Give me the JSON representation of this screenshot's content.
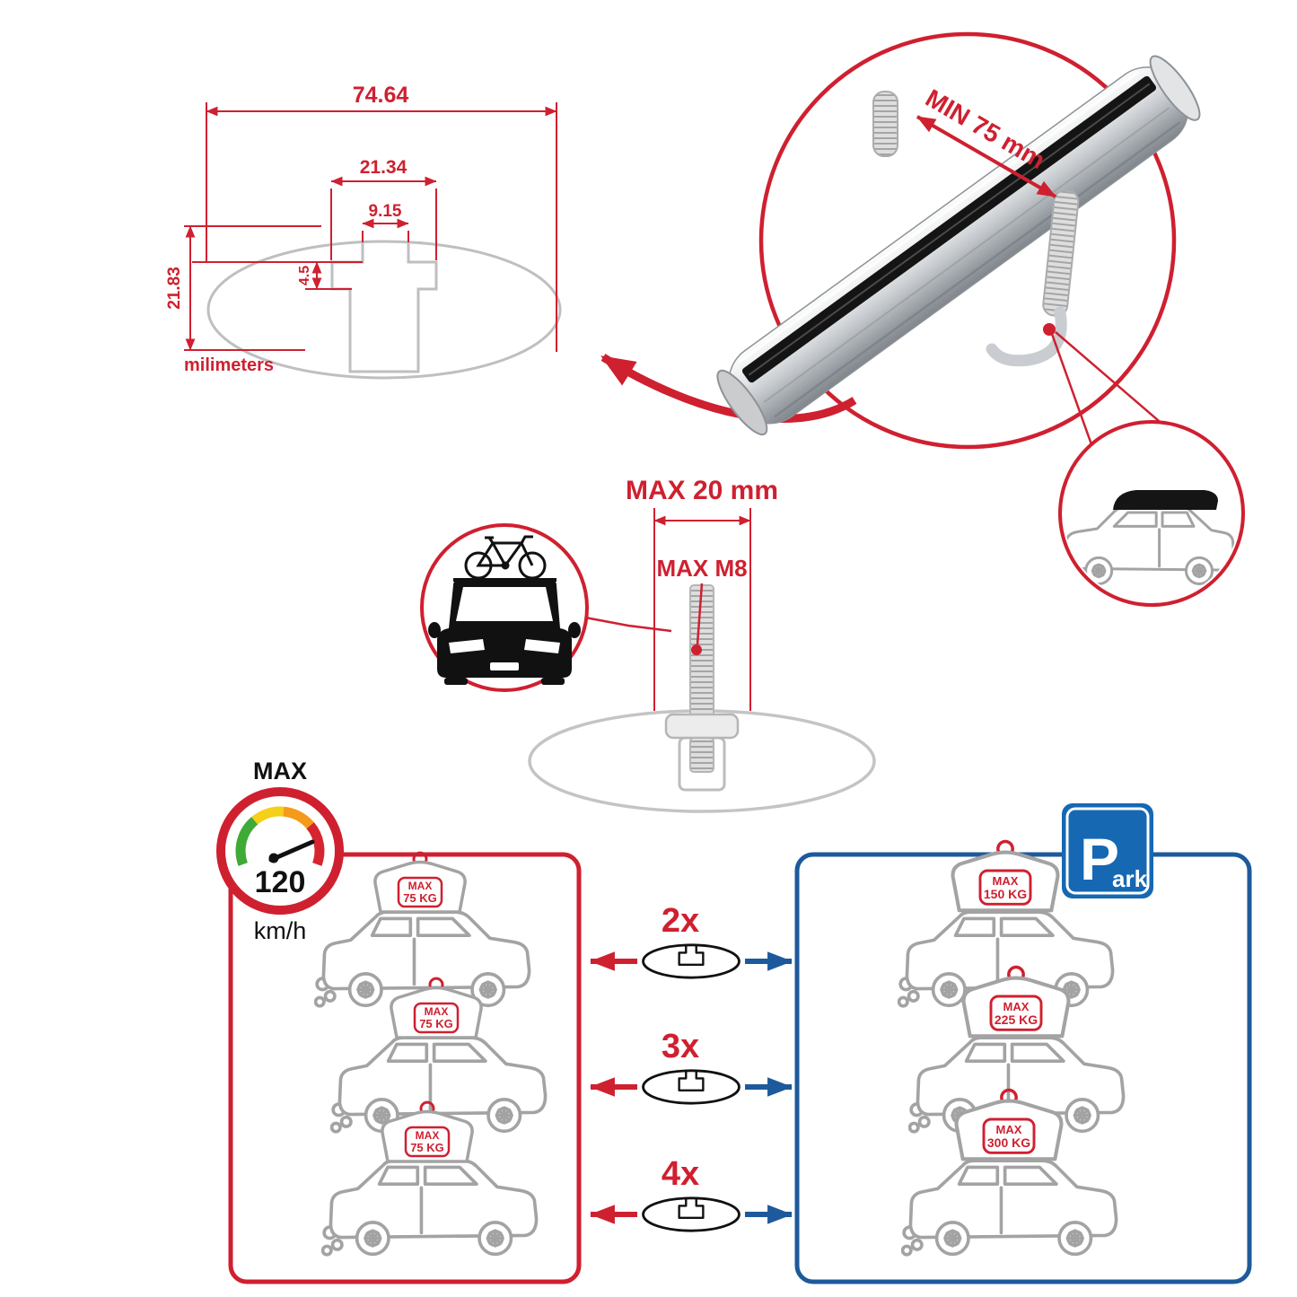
{
  "colors": {
    "accent_red": "#cf2030",
    "accent_blue": "#1d5a9b",
    "park_sign_blue": "#1668b3",
    "line_gray": "#a3a3a3",
    "gauge_green": "#3faa35",
    "gauge_yellow": "#f4d019",
    "gauge_orange": "#f59a1a",
    "gauge_red": "#d6252e"
  },
  "tech_drawing": {
    "dim_total_width": "74.64",
    "dim_mid_width": "21.34",
    "dim_slot_width": "9.15",
    "dim_slot_depth": "4.5",
    "dim_height": "21.83",
    "units_label": "milimeters"
  },
  "crossbar_detail": {
    "min_clamp_label": "MIN 75 mm"
  },
  "bolt_detail": {
    "max_length_label": "MAX 20 mm",
    "max_thread_label": "MAX M8"
  },
  "speed_gauge": {
    "title": "MAX",
    "value": "120",
    "units": "km/h"
  },
  "left_panel": {
    "cars": [
      {
        "tag_top": "MAX",
        "tag_value": "75 KG"
      },
      {
        "tag_top": "MAX",
        "tag_value": "75 KG"
      },
      {
        "tag_top": "MAX",
        "tag_value": "75 KG"
      }
    ]
  },
  "quantity_rows": [
    {
      "label": "2x"
    },
    {
      "label": "3x"
    },
    {
      "label": "4x"
    }
  ],
  "right_panel": {
    "cars": [
      {
        "tag_top": "MAX",
        "tag_value": "150 KG"
      },
      {
        "tag_top": "MAX",
        "tag_value": "225 KG"
      },
      {
        "tag_top": "MAX",
        "tag_value": "300 KG"
      }
    ]
  },
  "park_sign": {
    "letter": "P",
    "suffix": "ark"
  }
}
